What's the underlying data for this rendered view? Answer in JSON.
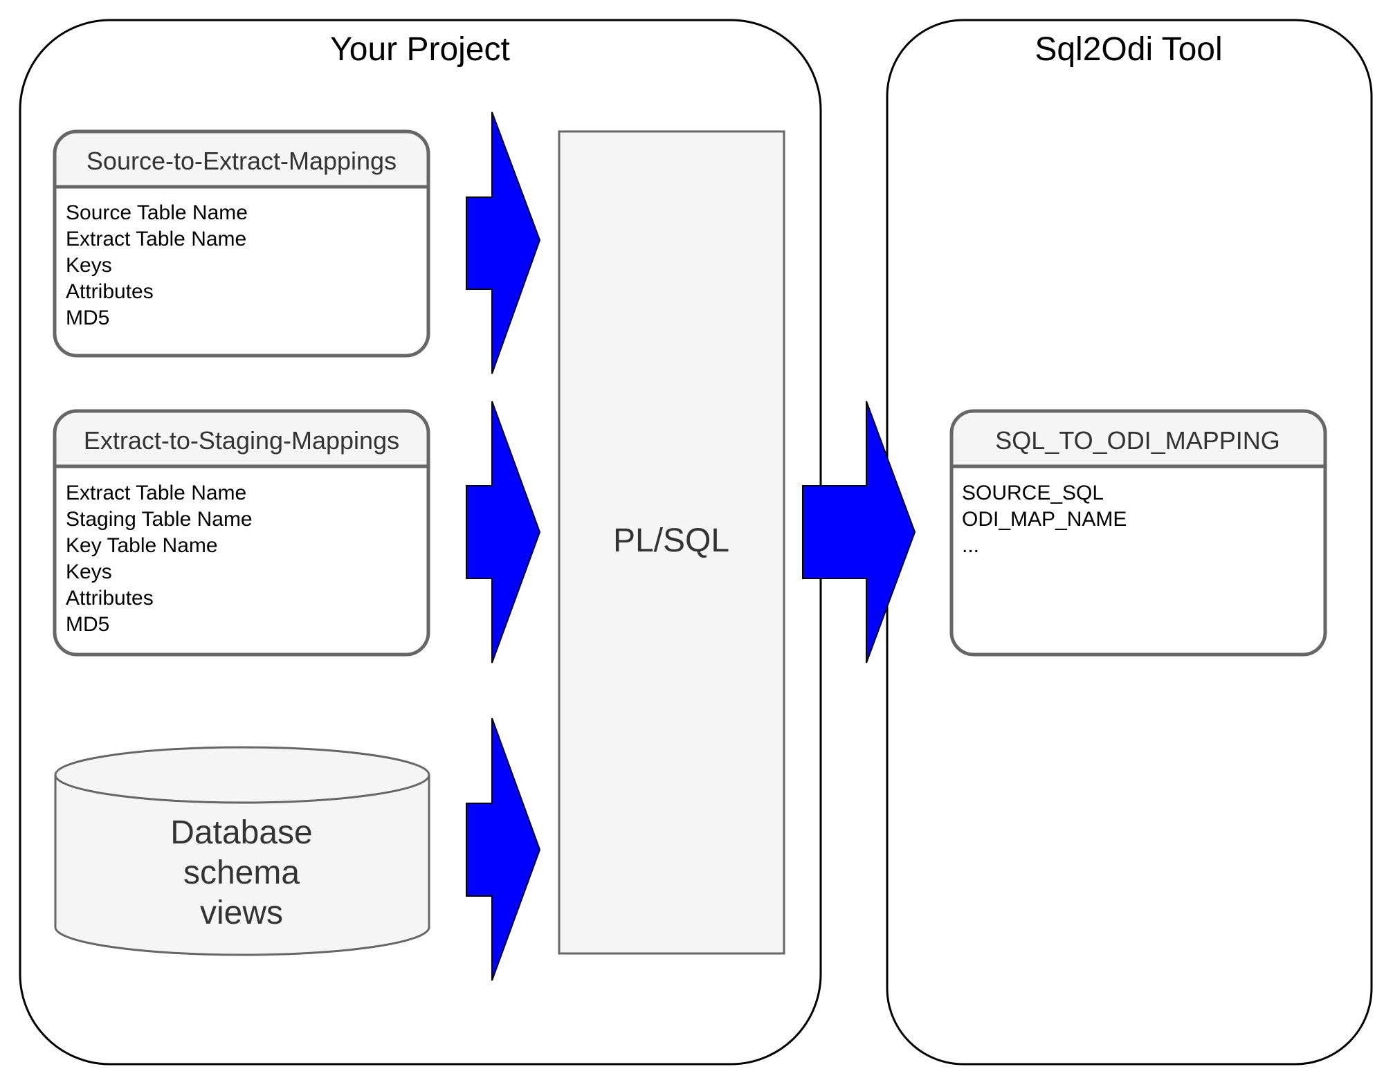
{
  "regions": {
    "project": {
      "title": "Your Project"
    },
    "tool": {
      "title": "Sql2Odi Tool"
    }
  },
  "entities": {
    "source_to_extract": {
      "title": "Source-to-Extract-Mappings",
      "attributes": [
        "Source Table Name",
        "Extract Table Name",
        "Keys",
        "Attributes",
        "MD5"
      ]
    },
    "extract_to_staging": {
      "title": "Extract-to-Staging-Mappings",
      "attributes": [
        "Extract Table Name",
        "Staging Table Name",
        "Key Table Name",
        "Keys",
        "Attributes",
        "MD5"
      ]
    },
    "sql_to_odi_mapping": {
      "title": "SQL_TO_ODI_MAPPING",
      "attributes": [
        "SOURCE_SQL",
        "ODI_MAP_NAME",
        "..."
      ]
    }
  },
  "database": {
    "lines": [
      "Database",
      "schema",
      "views"
    ]
  },
  "processor": {
    "label": "PL/SQL"
  },
  "colors": {
    "arrow_fill": "#0000ff",
    "header_fill": "#f5f5f5",
    "entity_border": "#666666",
    "region_border": "#000000"
  }
}
